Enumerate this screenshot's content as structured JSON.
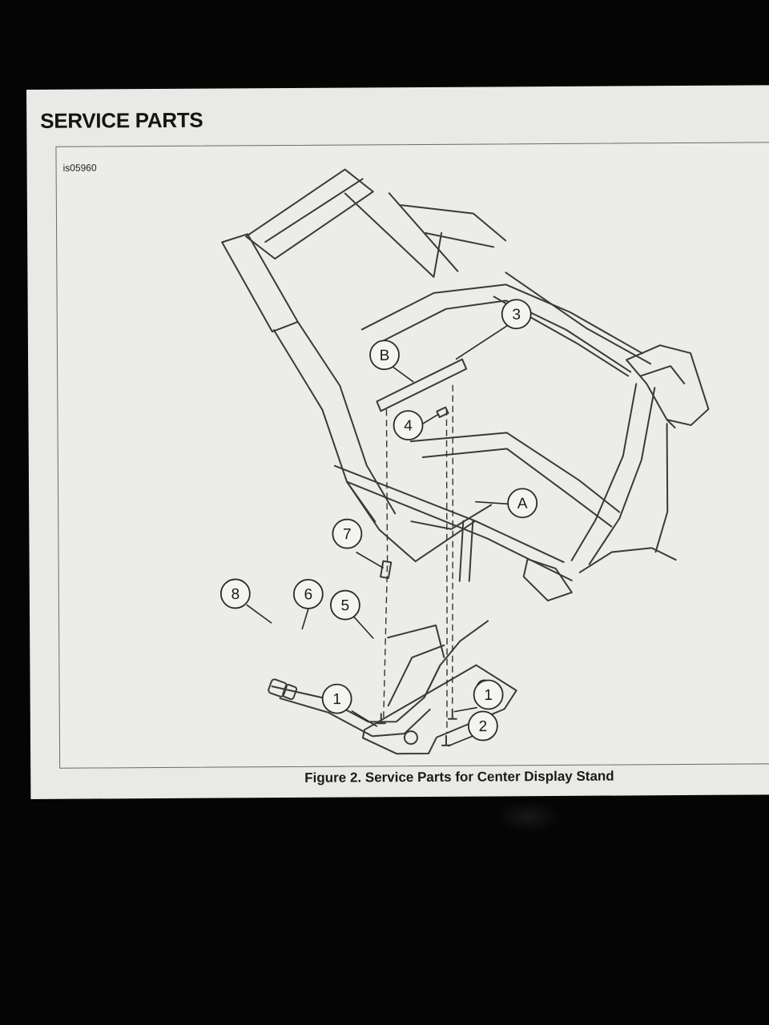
{
  "page": {
    "title": "SERVICE PARTS",
    "figure_id": "is05960",
    "caption": "Figure 2. Service Parts for Center Display Stand"
  },
  "callouts": [
    {
      "key": "3",
      "label": "3"
    },
    {
      "key": "B",
      "label": "B"
    },
    {
      "key": "4",
      "label": "4"
    },
    {
      "key": "A",
      "label": "A"
    },
    {
      "key": "7",
      "label": "7"
    },
    {
      "key": "8",
      "label": "8"
    },
    {
      "key": "6",
      "label": "6"
    },
    {
      "key": "5",
      "label": "5"
    },
    {
      "key": "1a",
      "label": "1"
    },
    {
      "key": "1b",
      "label": "1"
    },
    {
      "key": "2",
      "label": "2"
    }
  ]
}
